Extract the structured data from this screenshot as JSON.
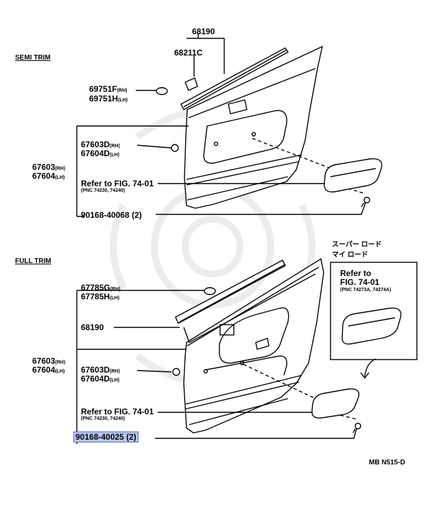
{
  "sections": {
    "semi_trim": "SEMI TRIM",
    "full_trim": "FULL TRIM"
  },
  "semi": {
    "p68190": "68190",
    "p68211c": "68211C",
    "p69751f": "69751F",
    "p69751f_side": "(RH)",
    "p69751h": "69751H",
    "p69751h_side": "(LH)",
    "p67603d": "67603D",
    "p67603d_side": "(RH)",
    "p67604d": "67604D",
    "p67604d_side": "(LH)",
    "p67603": "67603",
    "p67603_side": "(RH)",
    "p67604": "67604",
    "p67604_side": "(LH)",
    "refer": "Refer to FIG. 74-01",
    "refer_pnc": "(PNC 74230, 74240)",
    "screw": "90168-40068 (2)"
  },
  "full": {
    "p67785g": "67785G",
    "p67785g_side": "(RH)",
    "p67785h": "67785H",
    "p67785h_side": "(LH)",
    "p68190": "68190",
    "p67603": "67603",
    "p67603_side": "(RH)",
    "p67604": "67604",
    "p67604_side": "(LH)",
    "p67603d": "67603D",
    "p67603d_side": "(RH)",
    "p67604d": "67604D",
    "p67604d_side": "(LH)",
    "refer": "Refer to FIG. 74-01",
    "refer_pnc": "(PNC 74230, 74240)",
    "screw": "90168-40025 (2)"
  },
  "inset": {
    "jp_line1": "スーパー ロード",
    "jp_line2": "マイ ロード",
    "refer_line1": "Refer to",
    "refer_line2": "FIG. 74-01",
    "refer_pnc": "(PNC 74273A, 74274A)"
  },
  "footer_code": "MB N515-D"
}
